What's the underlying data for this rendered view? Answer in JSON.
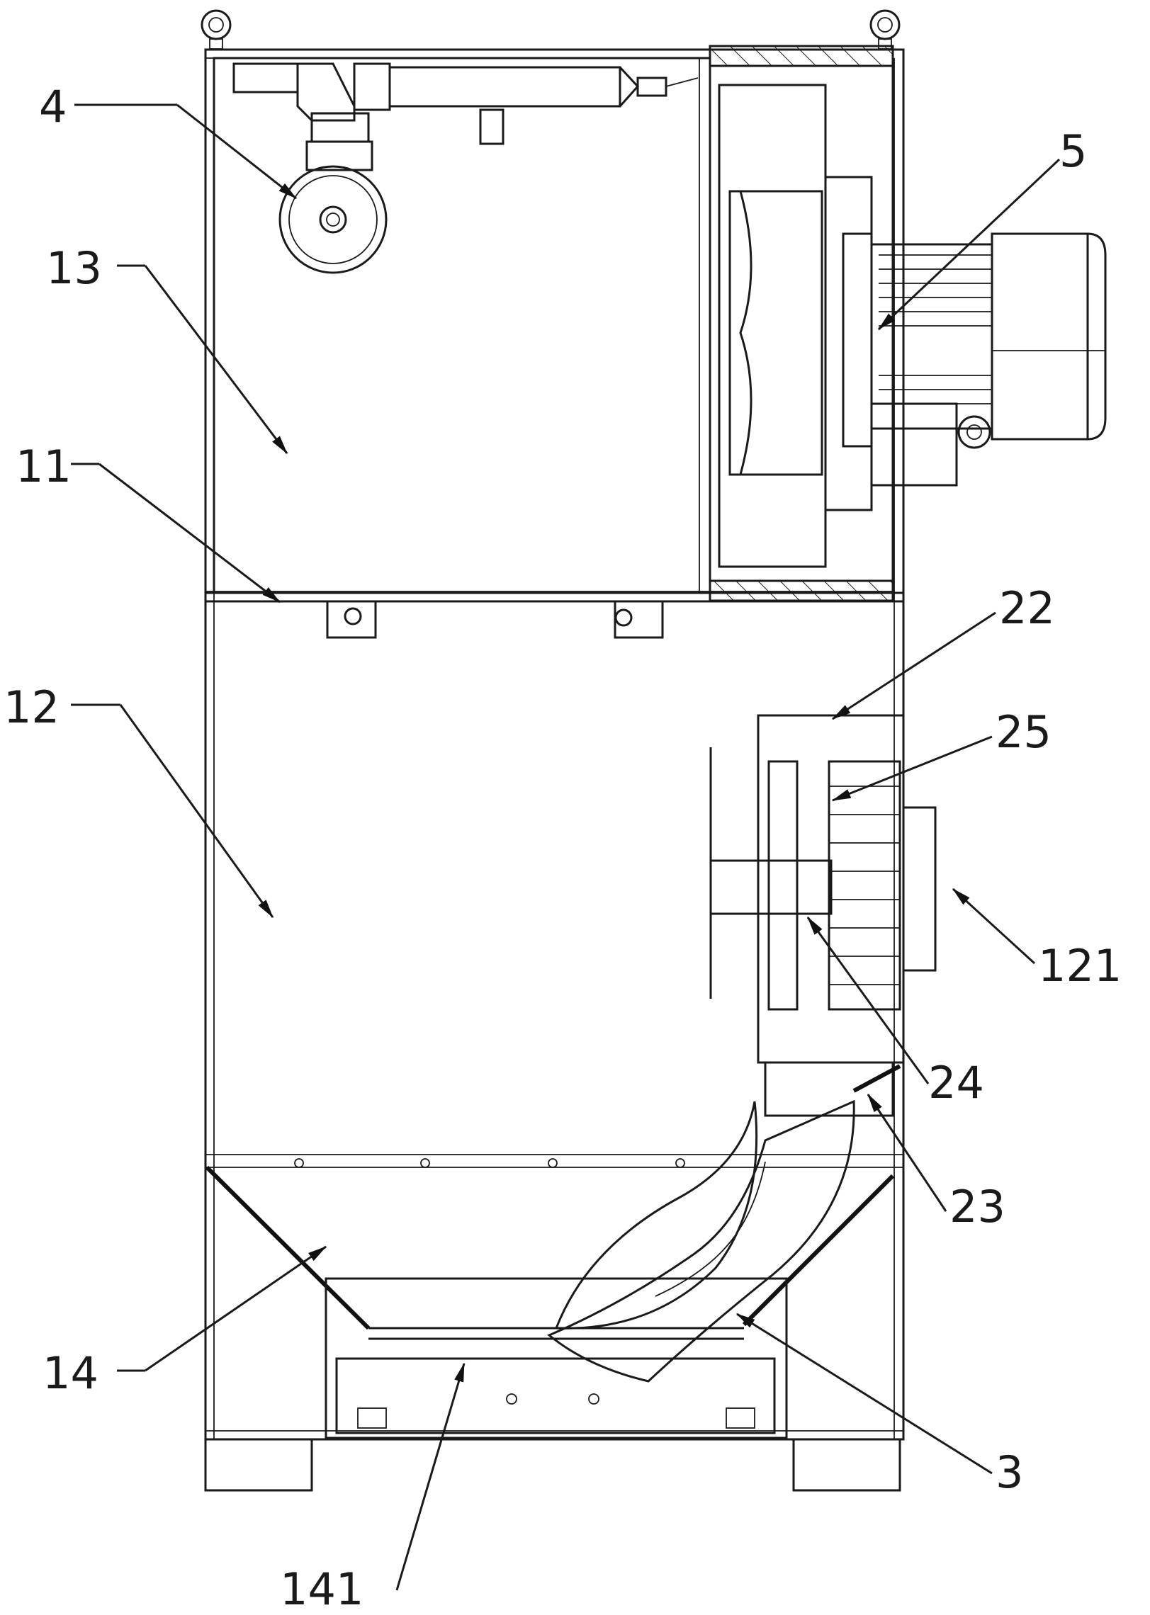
{
  "callouts": [
    {
      "label": "4",
      "text": "4"
    },
    {
      "label": "13",
      "text": "13"
    },
    {
      "label": "11",
      "text": "11"
    },
    {
      "label": "12",
      "text": "12"
    },
    {
      "label": "5",
      "text": "5"
    },
    {
      "label": "22",
      "text": "22"
    },
    {
      "label": "25",
      "text": "25"
    },
    {
      "label": "121",
      "text": "121"
    },
    {
      "label": "24",
      "text": "24"
    },
    {
      "label": "23",
      "text": "23"
    },
    {
      "label": "3",
      "text": "3"
    },
    {
      "label": "14",
      "text": "14"
    },
    {
      "label": "141",
      "text": "141"
    }
  ]
}
